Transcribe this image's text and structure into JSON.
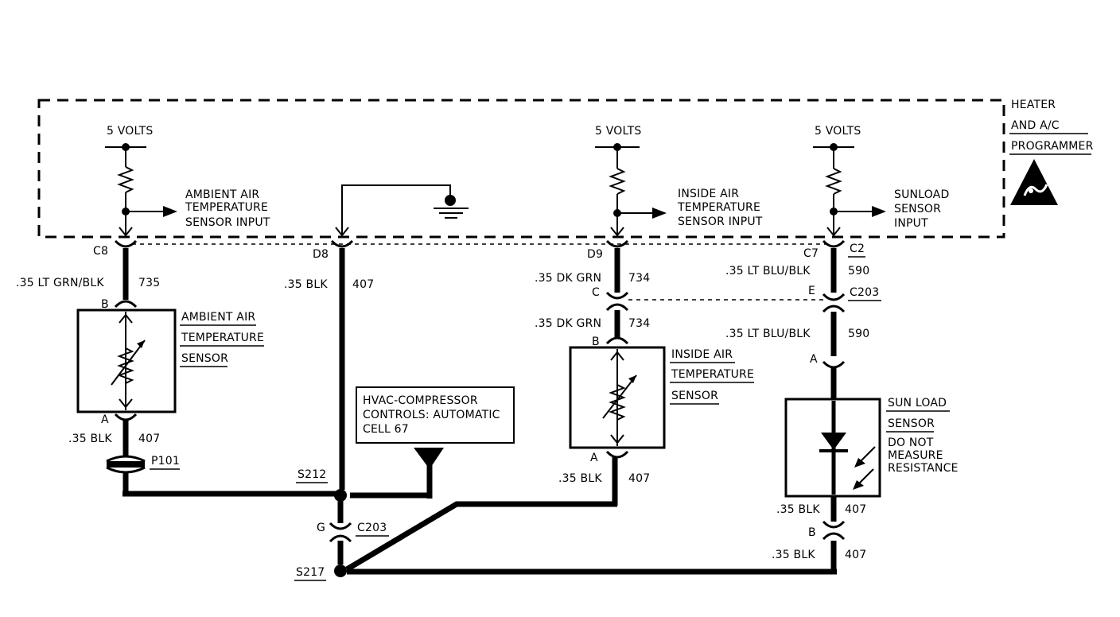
{
  "module": {
    "title_line1": "HEATER",
    "title_line2": "AND A/C",
    "title_line3": "PROGRAMMER"
  },
  "supply": {
    "ambient": "5 VOLTS",
    "inside": "5 VOLTS",
    "sunload": "5 VOLTS"
  },
  "inputs": {
    "ambient": [
      "AMBIENT AIR",
      "TEMPERATURE",
      "SENSOR INPUT"
    ],
    "inside": [
      "INSIDE AIR",
      "TEMPERATURE",
      "SENSOR INPUT"
    ],
    "sunload": [
      "SUNLOAD",
      "SENSOR",
      "INPUT"
    ]
  },
  "pins": {
    "c8": "C8",
    "d8": "D8",
    "d9": "D9",
    "c7": "C7",
    "c2": "C2",
    "c": "C",
    "e": "E",
    "b_ambient": "B",
    "a_ambient": "A",
    "b_inside": "B",
    "a_inside": "A",
    "a_sun": "A",
    "b_sun": "B",
    "g": "G"
  },
  "wires": {
    "ambient_top": {
      "gauge": ".35 LT GRN/BLK",
      "circuit": "735"
    },
    "ground_d8": {
      "gauge": ".35 BLK",
      "circuit": "407"
    },
    "inside_top": {
      "gauge": ".35 DK GRN",
      "circuit": "734"
    },
    "inside_mid": {
      "gauge": ".35 DK GRN",
      "circuit": "734"
    },
    "sun_top": {
      "gauge": ".35 LT BLU/BLK",
      "circuit": "590"
    },
    "sun_mid": {
      "gauge": ".35 LT BLU/BLK",
      "circuit": "590"
    },
    "ambient_bottom": {
      "gauge": ".35 BLK",
      "circuit": "407"
    },
    "inside_bottom": {
      "gauge": ".35 BLK",
      "circuit": "407"
    },
    "sun_bottom": {
      "gauge": ".35 BLK",
      "circuit": "407"
    },
    "sun_lower": {
      "gauge": ".35 BLK",
      "circuit": "407"
    }
  },
  "sensors": {
    "ambient": [
      "AMBIENT AIR",
      "TEMPERATURE",
      "SENSOR"
    ],
    "inside": [
      "INSIDE AIR",
      "TEMPERATURE",
      "SENSOR"
    ],
    "sun_title": "SUN LOAD",
    "sun_title2": "SENSOR",
    "sun_note": [
      "DO NOT",
      "MEASURE",
      "RESISTANCE"
    ]
  },
  "connectors": {
    "c203_upper": "C203",
    "c203_lower": "C203",
    "p101": "P101",
    "s212": "S212",
    "s217": "S217"
  },
  "reference": {
    "line1": "HVAC-COMPRESSOR",
    "line2": "CONTROLS:  AUTOMATIC",
    "line3": "CELL 67"
  }
}
